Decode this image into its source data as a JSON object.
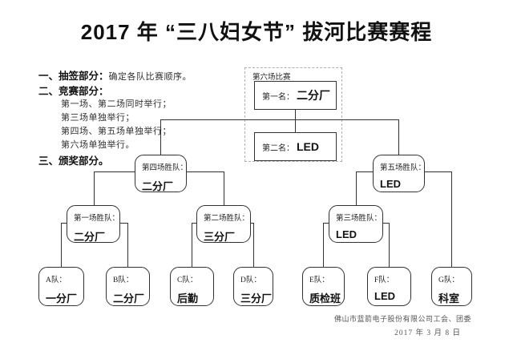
{
  "title": "2017 年 “三八妇女节” 拔河比赛赛程",
  "notes": {
    "item1_head": "一、抽签部分：",
    "item1_tail": "确定各队比赛顺序。",
    "item2_head": "二、竞赛部分：",
    "schedule_lines": [
      "第一场、第二场同时举行；",
      "第三场单独举行；",
      "第四场、第五场单独举行；",
      "第六场单独举行。"
    ],
    "item3_head": "三、颁奖部分。"
  },
  "bracket": {
    "final": {
      "title": "第六场比赛",
      "first": {
        "label": "第一名：",
        "team": "二分厂"
      },
      "second": {
        "label": "第二名：",
        "team": "LED"
      }
    },
    "semifinal_winners": [
      {
        "label": "第四场胜队：",
        "team": "二分厂"
      },
      {
        "label": "第五场胜队：",
        "team": "LED"
      }
    ],
    "match_winners": [
      {
        "label": "第一场胜队：",
        "team": "二分厂"
      },
      {
        "label": "第二场胜队：",
        "team": "三分厂"
      },
      {
        "label": "第三场胜队：",
        "team": "LED"
      }
    ],
    "teams": [
      {
        "label": "A队：",
        "team": "一分厂"
      },
      {
        "label": "B队：",
        "team": "二分厂"
      },
      {
        "label": "C队：",
        "team": "后勤"
      },
      {
        "label": "D队：",
        "team": "三分厂"
      },
      {
        "label": "E队：",
        "team": "质检班"
      },
      {
        "label": "F队：",
        "team": "LED"
      },
      {
        "label": "G队：",
        "team": "科室"
      }
    ]
  },
  "footer": {
    "organization": "佛山市蓝箭电子股份有限公司工会、团委",
    "date": "2017 年 3 月 8 日"
  },
  "colors": {
    "line": "#333333",
    "dashed_border": "#b0b0b0",
    "text": "#1a1a1a"
  }
}
